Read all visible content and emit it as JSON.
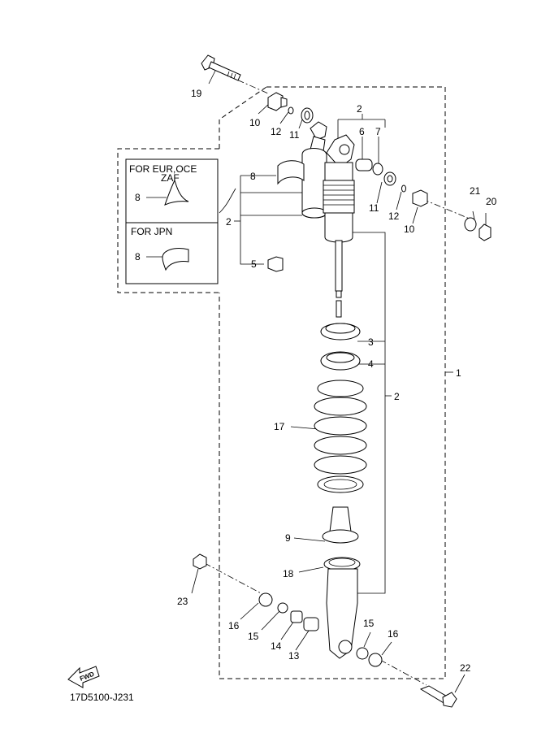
{
  "diagram_code": "17D5100-J231",
  "inset": {
    "region_eur": "FOR EUR,OCE",
    "region_eur_2": "ZAF",
    "region_jpn": "FOR JPN"
  },
  "fwd_label": "FWD",
  "callouts": {
    "c1": "1",
    "c2a": "2",
    "c2b": "2",
    "c2c": "2",
    "c3": "3",
    "c4": "4",
    "c5": "5",
    "c6": "6",
    "c7": "7",
    "c8a": "8",
    "c8b": "8",
    "c8c": "8",
    "c9": "9",
    "c10a": "10",
    "c10b": "10",
    "c11a": "11",
    "c11b": "11",
    "c12a": "12",
    "c12b": "12",
    "c13": "13",
    "c14": "14",
    "c15a": "15",
    "c15b": "15",
    "c16a": "16",
    "c16b": "16",
    "c17": "17",
    "c18": "18",
    "c19": "19",
    "c20": "20",
    "c21": "21",
    "c22": "22",
    "c23": "23"
  }
}
